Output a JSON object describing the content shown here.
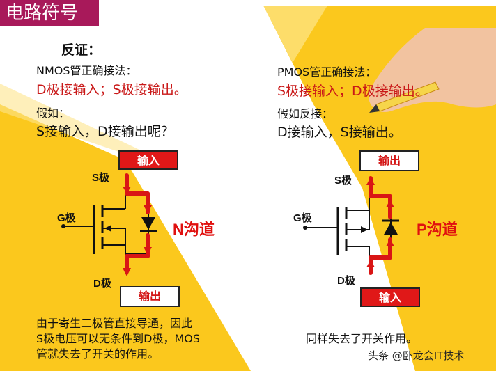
{
  "title": "电路符号",
  "heading": "反证：",
  "left": {
    "line1": "NMOS管正确接法：",
    "line2": "D极接输入；S极接输出。",
    "line3": "假如：",
    "line4": "S接输入，D接输出呢？",
    "top_box": "输入",
    "bottom_box": "输出",
    "s_label": "S极",
    "g_label": "G极",
    "d_label": "D极",
    "channel": "N沟道",
    "footer1": "由于寄生二极管直接导通，因此",
    "footer2": "S极电压可以无条件到D极，MOS",
    "footer3": "管就失去了开关的作用。"
  },
  "right": {
    "line1": "PMOS管正确接法：",
    "line2": "S极接输入；D极接输出。",
    "line3": "假如反接：",
    "line4": "D接输入，S接输出。",
    "top_box": "输出",
    "bottom_box": "输入",
    "s_label": "S极",
    "g_label": "G极",
    "d_label": "D极",
    "channel": "P沟道",
    "footer": "同样失去了开关作用。"
  },
  "watermark": "头条 @卧龙会IT技术",
  "colors": {
    "title_bg": "#a8195a",
    "yellow": "#fbc81d",
    "red": "#e01818"
  }
}
